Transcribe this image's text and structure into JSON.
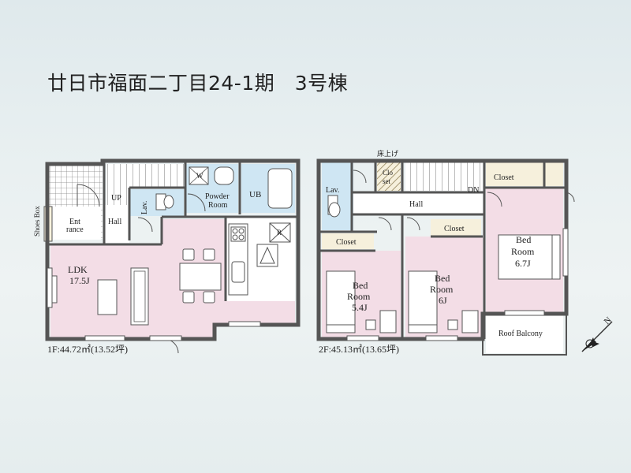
{
  "title": "廿日市福面二丁目24-1期　3号棟",
  "floor1": {
    "area_label": "1F:44.72㎡(13.52坪)",
    "labels": {
      "entrance_1": "Ent",
      "entrance_2": "rance",
      "shoes_box": "Shoes Box",
      "up": "UP",
      "hall": "Hall",
      "lav": "Lav.",
      "w": "W",
      "powder_1": "Powder",
      "powder_2": "Room",
      "ub": "UB",
      "r": "R",
      "ldk_1": "LDK",
      "ldk_2": "17.5J"
    }
  },
  "floor2": {
    "area_label": "2F:45.13㎡(13.65坪)",
    "labels": {
      "yuka_age": "床上げ",
      "clo_1": "Clo",
      "clo_2": "set",
      "lav": "Lav.",
      "dn": "DN",
      "hall": "Hall",
      "closet_top": "Closet",
      "closet_left": "Closet",
      "closet_mid": "Closet",
      "bed_a_1": "Bed",
      "bed_a_2": "Room",
      "bed_a_3": "5.4J",
      "bed_b_1": "Bed",
      "bed_b_2": "Room",
      "bed_b_3": "6J",
      "bed_c_1": "Bed",
      "bed_c_2": "Room",
      "bed_c_3": "6.7J",
      "roof_balcony": "Roof Balcony"
    }
  },
  "compass": {
    "label": "N"
  },
  "colors": {
    "pink": "#f3dde6",
    "blue": "#cfe6f3",
    "beige": "#f6f0dc",
    "white": "#ffffff",
    "wall": "#555555"
  }
}
